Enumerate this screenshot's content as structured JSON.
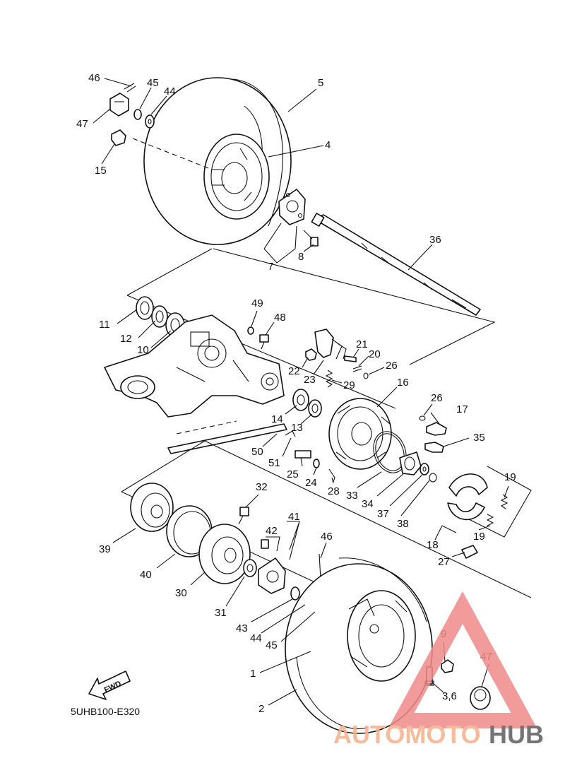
{
  "diagram_code": "5UHB100-E320",
  "fwd_label": "FWD",
  "watermark": {
    "text_a": "AUTOMOTO",
    "text_b": "HUB",
    "color_a": "#f4b08a",
    "color_b": "#5c5c5c",
    "triangle_color": "#f08a8a"
  },
  "callouts": [
    {
      "id": "46a",
      "label": "46"
    },
    {
      "id": "45a",
      "label": "45"
    },
    {
      "id": "44a",
      "label": "44"
    },
    {
      "id": "5",
      "label": "5"
    },
    {
      "id": "47a",
      "label": "47"
    },
    {
      "id": "4",
      "label": "4"
    },
    {
      "id": "15",
      "label": "15"
    },
    {
      "id": "36",
      "label": "36"
    },
    {
      "id": "8",
      "label": "8"
    },
    {
      "id": "7",
      "label": "7"
    },
    {
      "id": "49",
      "label": "49"
    },
    {
      "id": "11",
      "label": "11"
    },
    {
      "id": "48",
      "label": "48"
    },
    {
      "id": "12",
      "label": "12"
    },
    {
      "id": "10",
      "label": "10"
    },
    {
      "id": "21",
      "label": "21"
    },
    {
      "id": "20",
      "label": "20"
    },
    {
      "id": "22",
      "label": "22"
    },
    {
      "id": "26a",
      "label": "26"
    },
    {
      "id": "23",
      "label": "23"
    },
    {
      "id": "29",
      "label": "29"
    },
    {
      "id": "16",
      "label": "16"
    },
    {
      "id": "26b",
      "label": "26"
    },
    {
      "id": "14",
      "label": "14"
    },
    {
      "id": "17",
      "label": "17"
    },
    {
      "id": "13",
      "label": "13"
    },
    {
      "id": "50",
      "label": "50"
    },
    {
      "id": "35",
      "label": "35"
    },
    {
      "id": "51",
      "label": "51"
    },
    {
      "id": "25",
      "label": "25"
    },
    {
      "id": "24",
      "label": "24"
    },
    {
      "id": "19a",
      "label": "19"
    },
    {
      "id": "32",
      "label": "32"
    },
    {
      "id": "28",
      "label": "28"
    },
    {
      "id": "33",
      "label": "33"
    },
    {
      "id": "34",
      "label": "34"
    },
    {
      "id": "37",
      "label": "37"
    },
    {
      "id": "41",
      "label": "41"
    },
    {
      "id": "38",
      "label": "38"
    },
    {
      "id": "42",
      "label": "42"
    },
    {
      "id": "46b",
      "label": "46"
    },
    {
      "id": "19b",
      "label": "19"
    },
    {
      "id": "39",
      "label": "39"
    },
    {
      "id": "18",
      "label": "18"
    },
    {
      "id": "27",
      "label": "27"
    },
    {
      "id": "40",
      "label": "40"
    },
    {
      "id": "30",
      "label": "30"
    },
    {
      "id": "31",
      "label": "31"
    },
    {
      "id": "43",
      "label": "43"
    },
    {
      "id": "44b",
      "label": "44"
    },
    {
      "id": "9",
      "label": "9"
    },
    {
      "id": "45b",
      "label": "45"
    },
    {
      "id": "47b",
      "label": "47"
    },
    {
      "id": "1",
      "label": "1"
    },
    {
      "id": "36b",
      "label": "3,6"
    },
    {
      "id": "2",
      "label": "2"
    }
  ]
}
